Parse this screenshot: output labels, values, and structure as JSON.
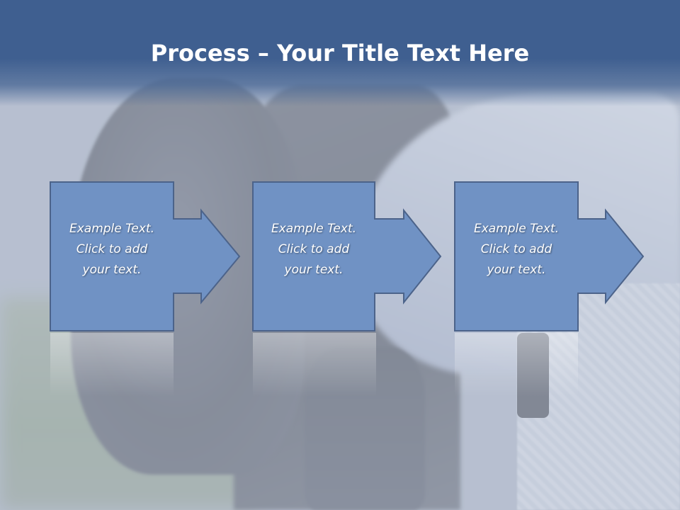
{
  "slide": {
    "title_bold": "Process",
    "title_rest": " – Your Title Text Here"
  },
  "steps": [
    {
      "line1": "Example Text.",
      "line2": "Click  to add",
      "line3": "your text."
    },
    {
      "line1": "Example Text.",
      "line2": "Click  to add",
      "line3": "your text."
    },
    {
      "line1": "Example Text.",
      "line2": "Click  to add",
      "line3": "your text."
    }
  ],
  "colors": {
    "title_bar": "#3f5f90",
    "box_fill": "#7092c4",
    "box_stroke": "#4c638a",
    "text": "#ffffff"
  }
}
